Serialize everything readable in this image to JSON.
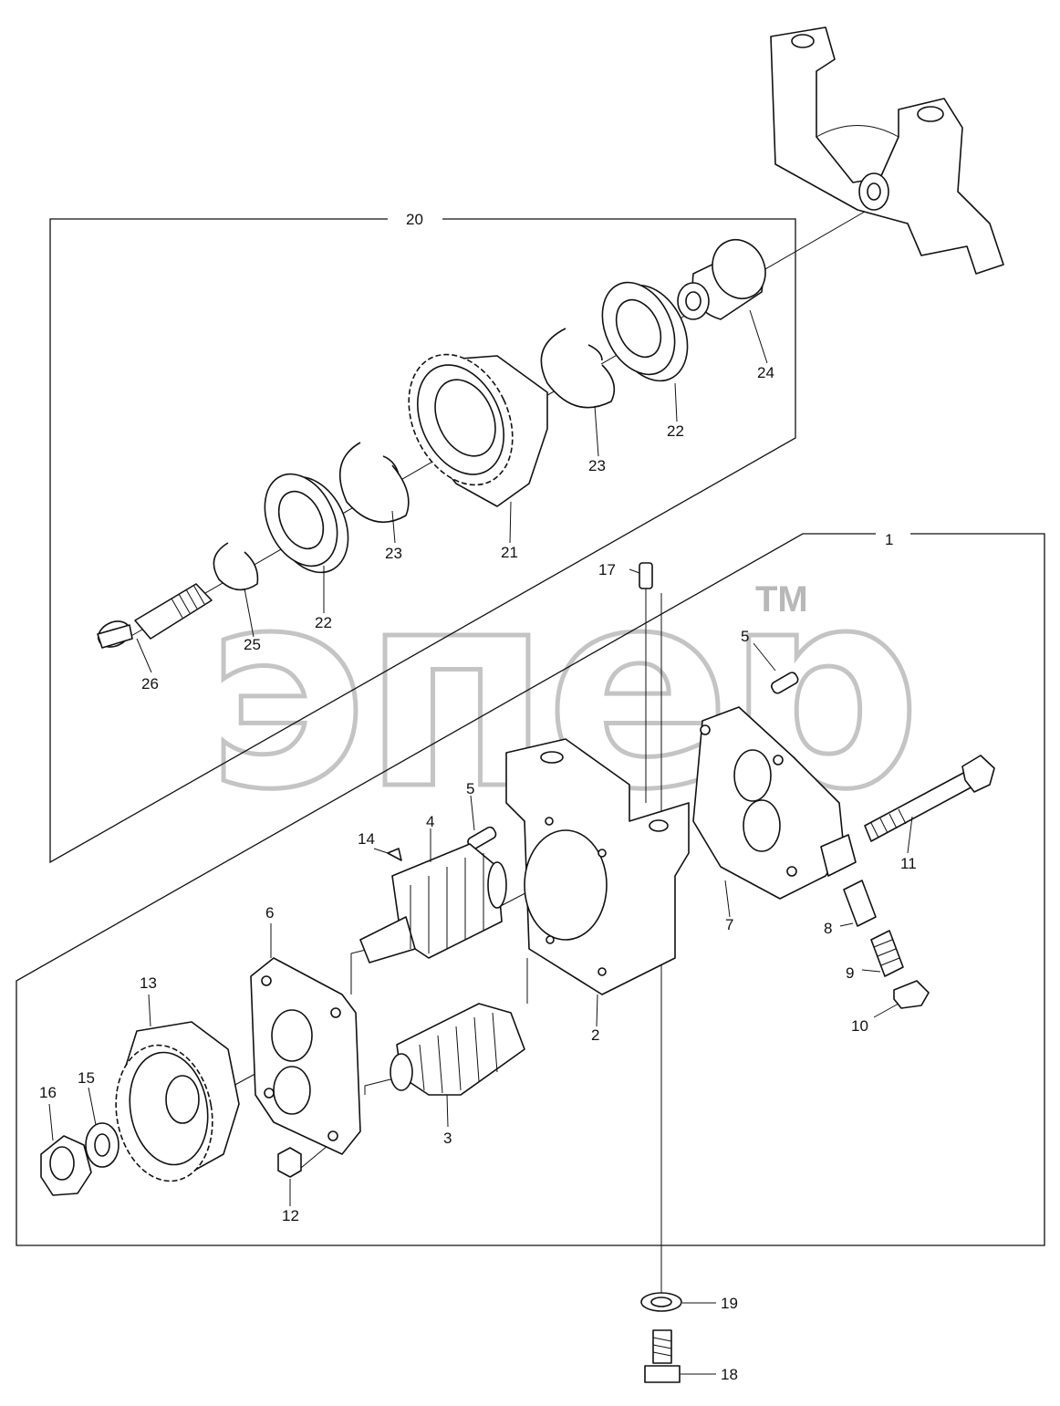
{
  "diagram": {
    "watermark": {
      "text": "эпер",
      "trademark": "TM"
    },
    "callouts": [
      {
        "id": "c1",
        "label": "1"
      },
      {
        "id": "c2",
        "label": "2"
      },
      {
        "id": "c3",
        "label": "3"
      },
      {
        "id": "c4",
        "label": "4"
      },
      {
        "id": "c5a",
        "label": "5"
      },
      {
        "id": "c5b",
        "label": "5"
      },
      {
        "id": "c6",
        "label": "6"
      },
      {
        "id": "c7",
        "label": "7"
      },
      {
        "id": "c8",
        "label": "8"
      },
      {
        "id": "c9",
        "label": "9"
      },
      {
        "id": "c10",
        "label": "10"
      },
      {
        "id": "c11",
        "label": "11"
      },
      {
        "id": "c12",
        "label": "12"
      },
      {
        "id": "c13",
        "label": "13"
      },
      {
        "id": "c14",
        "label": "14"
      },
      {
        "id": "c15",
        "label": "15"
      },
      {
        "id": "c16",
        "label": "16"
      },
      {
        "id": "c17",
        "label": "17"
      },
      {
        "id": "c18",
        "label": "18"
      },
      {
        "id": "c19",
        "label": "19"
      },
      {
        "id": "c20",
        "label": "20"
      },
      {
        "id": "c21",
        "label": "21"
      },
      {
        "id": "c22a",
        "label": "22"
      },
      {
        "id": "c22b",
        "label": "22"
      },
      {
        "id": "c23a",
        "label": "23"
      },
      {
        "id": "c23b",
        "label": "23"
      },
      {
        "id": "c24",
        "label": "24"
      },
      {
        "id": "c25",
        "label": "25"
      },
      {
        "id": "c26",
        "label": "26"
      }
    ]
  }
}
